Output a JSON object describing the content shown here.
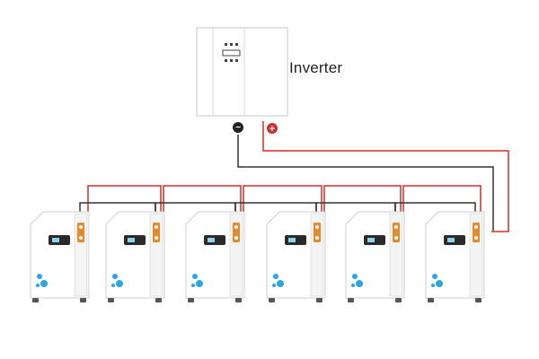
{
  "inverter": {
    "label": "Inverter",
    "negative_terminal": "−",
    "positive_terminal": "+"
  },
  "batteries": [
    {
      "id": "battery-1"
    },
    {
      "id": "battery-2"
    },
    {
      "id": "battery-3"
    },
    {
      "id": "battery-4"
    },
    {
      "id": "battery-5"
    },
    {
      "id": "battery-6"
    }
  ],
  "colors": {
    "positive_wire": "#d42c2c",
    "negative_wire": "#333333",
    "terminal_accent": "#e8892b",
    "body": "#ffffff",
    "outline": "#cfcfcf",
    "logo_blue": "#2aa6e0"
  }
}
